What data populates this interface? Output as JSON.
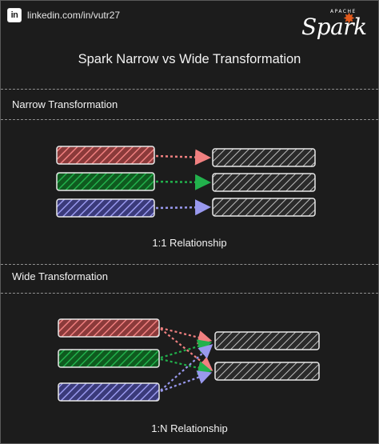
{
  "header": {
    "linkedin_icon": "in",
    "link_text": "linkedin.com/in/vutr27"
  },
  "logo": {
    "apache": "APACHE",
    "word": "Spark",
    "icon": "spark-star-icon"
  },
  "title": "Spark Narrow vs Wide Transformation",
  "narrow": {
    "label": "Narrow Transformation",
    "relationship": "1:1 Relationship"
  },
  "wide": {
    "label": "Wide Transformation",
    "relationship": "1:N Relationship"
  },
  "colors": {
    "red": "#f08080",
    "green": "#22b14c",
    "blue": "#9999ee",
    "gray": "#cfcfcf",
    "accent": "#e25a1c"
  }
}
